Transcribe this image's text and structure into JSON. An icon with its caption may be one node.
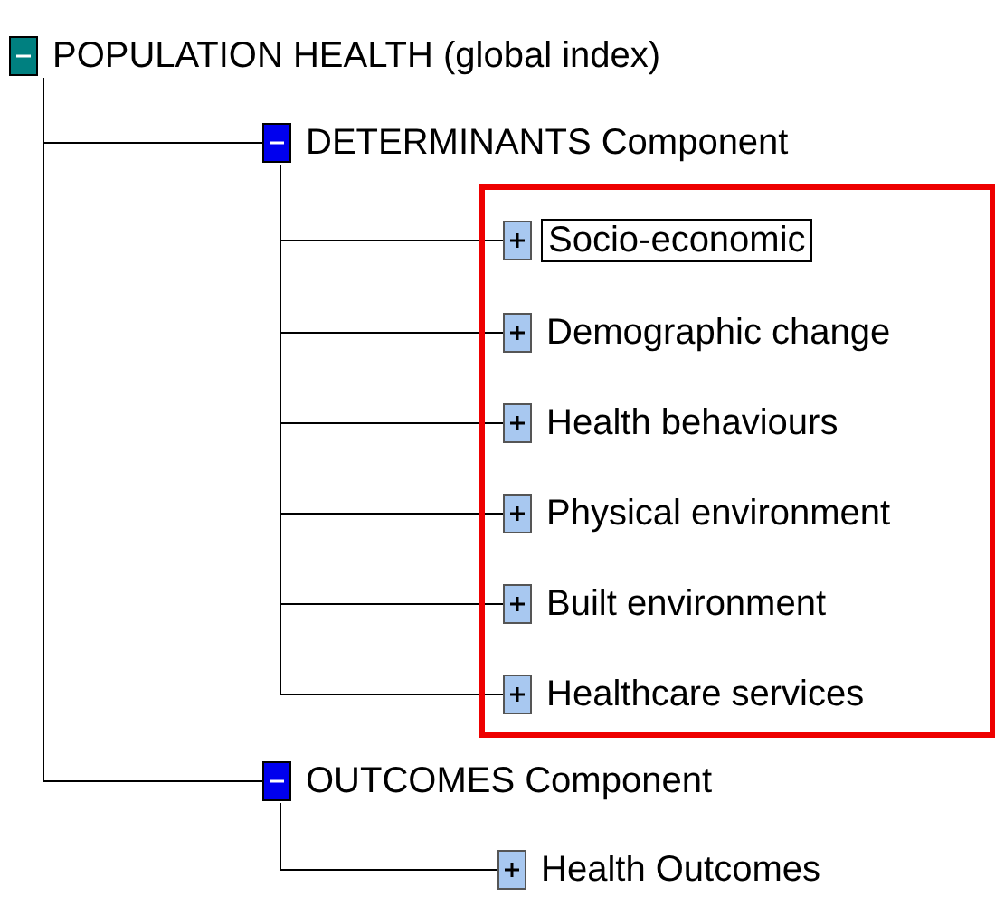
{
  "diagram": {
    "nodes": [
      {
        "text": [
          "POPULATION HEALTH (global index)"
        ]
      },
      {
        "text": [
          "DETERMINANTS Component"
        ]
      },
      {
        "text": [],
        "shape": "box"
      },
      {
        "text": [
          "Socio-economic"
        ],
        "in": 2
      },
      {
        "text": [
          "Demographic change"
        ],
        "in": 2
      },
      {
        "text": [
          "Health behaviours"
        ],
        "in": 2
      },
      {
        "text": [
          "Physical environment"
        ],
        "in": 2
      },
      {
        "text": [
          "Built environment"
        ],
        "in": 2
      },
      {
        "text": [
          "Healthcare services"
        ],
        "in": 2
      },
      {
        "text": [
          "OUTCOMES Component"
        ]
      },
      {
        "text": [
          "Health Outcomes"
        ]
      }
    ],
    "edges": [
      {
        "from": 0,
        "to": 1,
        "arrow": "none"
      },
      {
        "from": 1,
        "to": 3,
        "arrow": "none"
      },
      {
        "from": 1,
        "to": 4,
        "arrow": "none"
      },
      {
        "from": 1,
        "to": 5,
        "arrow": "none"
      },
      {
        "from": 1,
        "to": 6,
        "arrow": "none"
      },
      {
        "from": 1,
        "to": 7,
        "arrow": "none"
      },
      {
        "from": 1,
        "to": 8,
        "arrow": "none"
      },
      {
        "from": 0,
        "to": 9,
        "arrow": "none"
      },
      {
        "from": 9,
        "to": 10,
        "arrow": "none"
      }
    ]
  }
}
